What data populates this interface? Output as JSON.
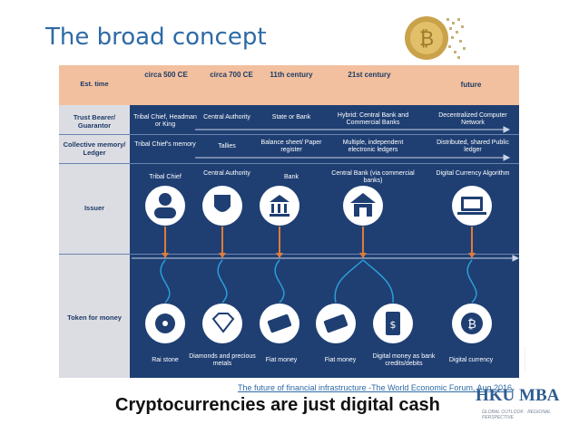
{
  "slide": {
    "title": "The broad concept",
    "caption": "The future of financial infrastructure -The World Economic Forum, Aug 2016",
    "tagline": "Cryptocurrencies are just digital cash",
    "logo_main": "HKU MBA",
    "logo_sub": "GLOBAL OUTLOOK · REGIONAL PERSPECTIVE"
  },
  "diagram": {
    "row_labels": {
      "header": "Est. time",
      "trust": "Trust Bearer/ Guarantor",
      "memory": "Collective memory/ Ledger",
      "issuer": "Issuer",
      "token": "Token for money"
    },
    "columns": [
      {
        "time": "circa 500 CE",
        "trust": "Tribal Chief, Headman or King",
        "memory": "Tribal Chief's memory",
        "issuer": "Tribal Chief",
        "token": "Rai stone"
      },
      {
        "time": "circa 700 CE",
        "trust": "Central Authority",
        "memory": "Tallies",
        "issuer": "Central Authority",
        "token": "Diamonds and precious metals"
      },
      {
        "time": "11th century",
        "trust": "State or Bank",
        "memory": "Balance sheet/ Paper register",
        "issuer": "Bank",
        "token": "Fiat money"
      },
      {
        "time": "21st century",
        "trust": "Hybrid: Central Bank and Commercial Banks",
        "memory": "Multiple, independent electronic ledgers",
        "issuer": "Central Bank (via commercial banks)",
        "token": "Fiat money"
      },
      {
        "time": "",
        "trust": "",
        "memory": "",
        "issuer": "",
        "token": "Digital money as bank credits/debits"
      },
      {
        "time": "future",
        "trust": "Decentralized Computer Network",
        "memory": "Distributed, shared Public ledger",
        "issuer": "Digital Currency Algorithm",
        "token": "Digital currency"
      }
    ],
    "icons": [
      "person-icon",
      "shield-icon",
      "bank-icon",
      "central-bank-icon",
      "laptop-icon",
      "rai-stone-icon",
      "diamond-icon",
      "banknote-icon",
      "banknote-icon",
      "phone-dollar-icon",
      "bitcoin-icon"
    ],
    "colors": {
      "navy": "#1f3f73",
      "peach": "#f2c09e",
      "orange": "#e07b3a",
      "blue_wire": "#2a9fd8"
    }
  }
}
